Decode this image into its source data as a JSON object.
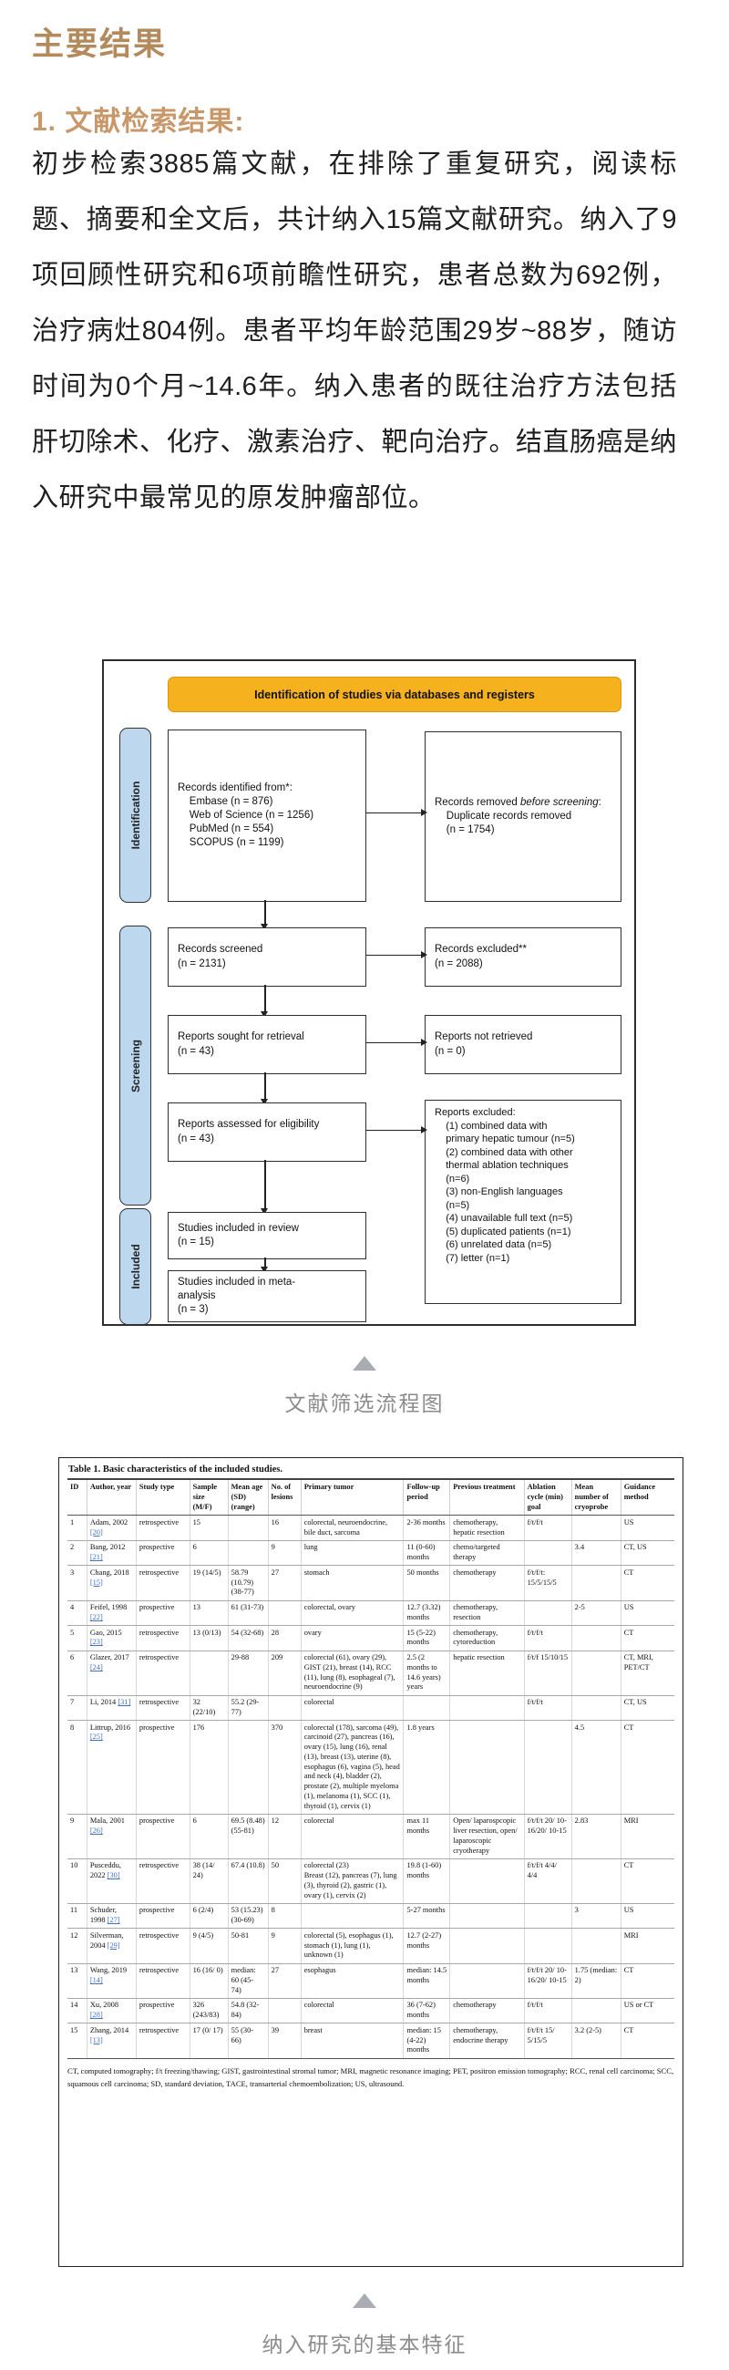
{
  "page": {
    "title": "主要结果",
    "section_heading": "1. 文献检索结果:",
    "paragraph": "初步检索3885篇文献，在排除了重复研究，阅读标题、摘要和全文后，共计纳入15篇文献研究。纳入了9项回顾性研究和6项前瞻性研究，患者总数为692例，治疗病灶804例。患者平均年龄范围29岁~88岁，随访时间为0个月~14.6年。纳入患者的既往治疗方法包括肝切除术、化疗、激素治疗、靶向治疗。结直肠癌是纳入研究中最常见的原发肿瘤部位。"
  },
  "colors": {
    "title_gold": "#B28A5B",
    "heading_tan": "#C8986B",
    "banner_yellow": "#F6B21E",
    "stage_blue": "#BDD7EE",
    "reference_blue": "#4472C4",
    "caption_gray": "#8C8C8C"
  },
  "diagram": {
    "banner": "Identification of studies via databases and registers",
    "stages": {
      "identification": "Identification",
      "screening": "Screening",
      "included": "Included"
    },
    "boxes": {
      "identified": "Records identified from*:\n    Embase (n = 876)\n    Web of Science (n = 1256)\n    PubMed (n = 554)\n    SCOPUS (n = 1199)",
      "removed": "Records removed *before screening*:\n    Duplicate records removed\n    (n = 1754)",
      "screened": "Records screened\n(n = 2131)",
      "excluded": "Records excluded**\n(n = 2088)",
      "sought": "Reports sought for retrieval\n(n = 43)",
      "not_retrieved": "Reports not retrieved\n(n = 0)",
      "assessed": "Reports assessed for eligibility\n(n = 43)",
      "reports_excluded": "Reports excluded:\n    (1) combined data with\n    primary hepatic tumour (n=5)\n    (2) combined data with other\n    thermal ablation techniques\n    (n=6)\n    (3) non-English languages\n    (n=5)\n    (4) unavailable full text (n=5)\n    (5) duplicated patients (n=1)\n    (6) unrelated data (n=5)\n    (7) letter (n=1)",
      "review": "Studies included in review\n(n = 15)",
      "meta": "Studies included in meta-\nanalysis\n(n = 3)"
    }
  },
  "figures": {
    "flow_caption": "文献筛选流程图",
    "table_caption": "纳入研究的基本特征"
  },
  "table": {
    "title": "Table 1.  Basic characteristics of the included studies.",
    "columns": [
      "ID",
      "Author, year",
      "Study type",
      "Sample size (M/F)",
      "Mean age (SD) (range)",
      "No. of lesions",
      "Primary tumor",
      "Follow-up period",
      "Previous treatment",
      "Ablation cycle (min) goal",
      "Mean number of cryoprobe",
      "Guidance method"
    ],
    "rows": [
      [
        "1",
        "Adam, 2002 [20]",
        "retrospective",
        "15",
        "",
        "16",
        "colorectal, neuroendocrine, bile duct, sarcoma",
        "2-36 months",
        "chemotherapy, hepatic resection",
        "f/t/f/t",
        "",
        "US"
      ],
      [
        "2",
        "Bang, 2012 [21]",
        "prospective",
        "6",
        "",
        "9",
        "lung",
        "11 (0-60) months",
        "chemo/targeted therapy",
        "",
        "3.4",
        "CT, US"
      ],
      [
        "3",
        "Chang, 2018 [15]",
        "retrospective",
        "19 (14/5)",
        "58.79 (10.79) (38-77)",
        "27",
        "stomach",
        "50 months",
        "chemotherapy",
        "f/t/f/t: 15/5/15/5",
        "",
        "CT"
      ],
      [
        "4",
        "Feifel, 1998 [22]",
        "prospective",
        "13",
        "61 (31-73)",
        "",
        "colorectal, ovary",
        "12.7 (3.32) months",
        "chemotherapy, resection",
        "",
        "2-5",
        "US"
      ],
      [
        "5",
        "Gao, 2015 [23]",
        "retrospective",
        "13 (0/13)",
        "54 (32-68)",
        "28",
        "ovary",
        "15 (5-22) months",
        "chemotherapy, cytoreduction",
        "f/t/f/t",
        "",
        "CT"
      ],
      [
        "6",
        "Glazer, 2017 [24]",
        "retrospective",
        "",
        "29-88",
        "209",
        "colorectal (61), ovary (29), GIST (21), breast (14), RCC (11), lung (8), esophageal (7), neuroendocrine (9)",
        "2.5 (2 months to 14.6 years) years",
        "hepatic resection",
        "f/t/f 15/10/15",
        "",
        "CT, MRI, PET/CT"
      ],
      [
        "7",
        "Li, 2014 [31]",
        "retrospective",
        "32 (22/10)",
        "55.2 (29-77)",
        "",
        "colorectal",
        "",
        "",
        "f/t/f/t",
        "",
        "CT, US"
      ],
      [
        "8",
        "Littrup, 2016 [25]",
        "prospective",
        "176",
        "",
        "370",
        "colorectal (178), sarcoma (49), carcinoid (27), pancreas (16), ovary (15), lung (16), renal (13), breast (13), uterine (8), esophagus (6), vagina (5), head and neck (4), bladder (2), prostate (2), multiple myeloma (1), melanoma (1), SCC (1), thyroid (1), cervix (1)",
        "1.8 years",
        "",
        "",
        "4.5",
        "CT"
      ],
      [
        "9",
        "Mala, 2001 [26]",
        "prospective",
        "6",
        "69.5 (8.48) (55-81)",
        "12",
        "colorectal",
        "max 11 months",
        "Open/ laparospcopic liver resection, open/ laparoscopic cryotherapy",
        "f/t/f/t 20/ 10-16/20/ 10-15",
        "2.83",
        "MRI"
      ],
      [
        "10",
        "Pusceddu, 2022 [30]",
        "retrospective",
        "38 (14/ 24)",
        "67.4 (10.8)",
        "50",
        "colorectal (23)\nBreast (12), pancreas (7), lung (3), thyroid (2), gastric (1), ovary (1), cervix (2)",
        "19.8 (1-60) months",
        "",
        "f/t/f/t 4/4/ 4/4",
        "",
        "CT"
      ],
      [
        "11",
        "Schuder, 1998 [27]",
        "prospective",
        "6 (2/4)",
        "53 (15.23) (30-69)",
        "8",
        "",
        "5-27 months",
        "",
        "",
        "3",
        "US"
      ],
      [
        "12",
        "Silverman, 2004 [29]",
        "retrospective",
        "9 (4/5)",
        "50-81",
        "9",
        "colorectal (5), esophagus (1), stomach (1), lung (1), unknown (1)",
        "12.7 (2-27) months",
        "",
        "",
        "",
        "MRI"
      ],
      [
        "13",
        "Wang, 2019 [14]",
        "retrospective",
        "16 (16/ 0)",
        "median: 60 (45- 74)",
        "27",
        "esophagus",
        "median: 14.5 months",
        "",
        "f/t/f/t 20/ 10-16/20/ 10-15",
        "1.75 (median: 2)",
        "CT"
      ],
      [
        "14",
        "Xu, 2008 [28]",
        "prospective",
        "326 (243/83)",
        "54.8 (32- 84)",
        "",
        "colorectal",
        "36 (7-62) months",
        "chemotherapy",
        "f/t/f/t",
        "",
        "US or CT"
      ],
      [
        "15",
        "Zhang, 2014 [13]",
        "retrospective",
        "17 (0/ 17)",
        "55 (30- 66)",
        "39",
        "breast",
        "median: 15 (4-22) months",
        "chemotherapy, endocrine therapy",
        "f/t/f/t 15/ 5/15/5",
        "3.2 (2-5)",
        "CT"
      ]
    ],
    "footnote": "CT, computed tomography; f/t freezing/thawing; GIST, gastrointestinal stromal tumor; MRI, magnetic resonance imaging; PET, positron emission tomography; RCC, renal cell carcinoma; SCC, squamous cell carcinoma; SD, standard deviation, TACE, transarterial chemoembolization; US, ultrasound."
  }
}
